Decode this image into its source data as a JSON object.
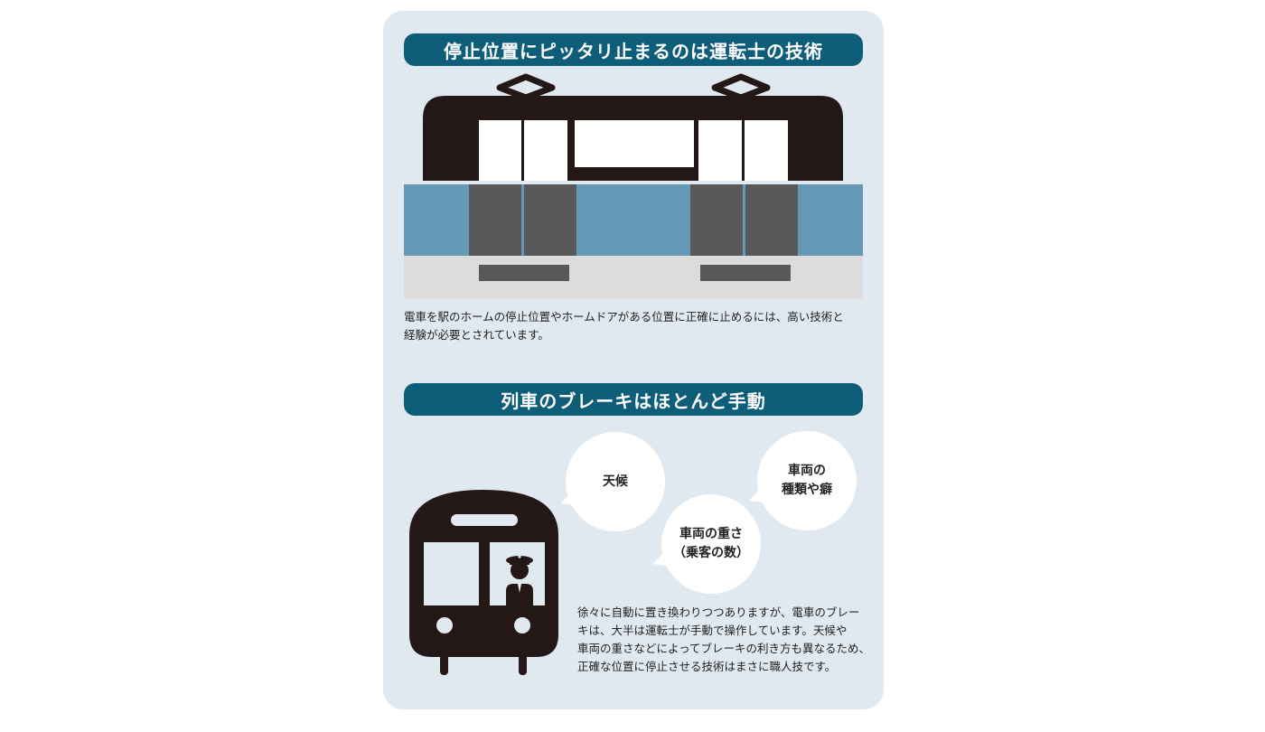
{
  "colors": {
    "card_bg": "#e1e9f0",
    "header_bg": "#0e5e7a",
    "train_dark": "#231815",
    "band_blue": "#6699b5",
    "door_gray": "#595959",
    "platform_gray": "#dcdcdc"
  },
  "section1": {
    "title": "停止位置にピッタリ止まるのは運転士の技術",
    "illustration": "side-view-train-at-platform",
    "caption_line1": "電車を駅のホームの停止位置やホームドアがある位置に正確に止めるには、高い技術と",
    "caption_line2": "経験が必要とされています。"
  },
  "section2": {
    "title": "列車のブレーキはほとんど手動",
    "illustration": "front-view-train-with-driver",
    "bubbles": [
      {
        "line1": "天候",
        "line2": ""
      },
      {
        "line1": "車両の重さ",
        "line2": "（乗客の数）"
      },
      {
        "line1": "車両の",
        "line2": "種類や癖"
      }
    ],
    "body_lines": [
      "徐々に自動に置き換わりつつありますが、電車のブレー",
      "キは、大半は運転士が手動で操作しています。天候や",
      "車両の重さなどによってブレーキの利き方も異なるため、",
      "正確な位置に停止させる技術はまさに職人技です。"
    ]
  }
}
